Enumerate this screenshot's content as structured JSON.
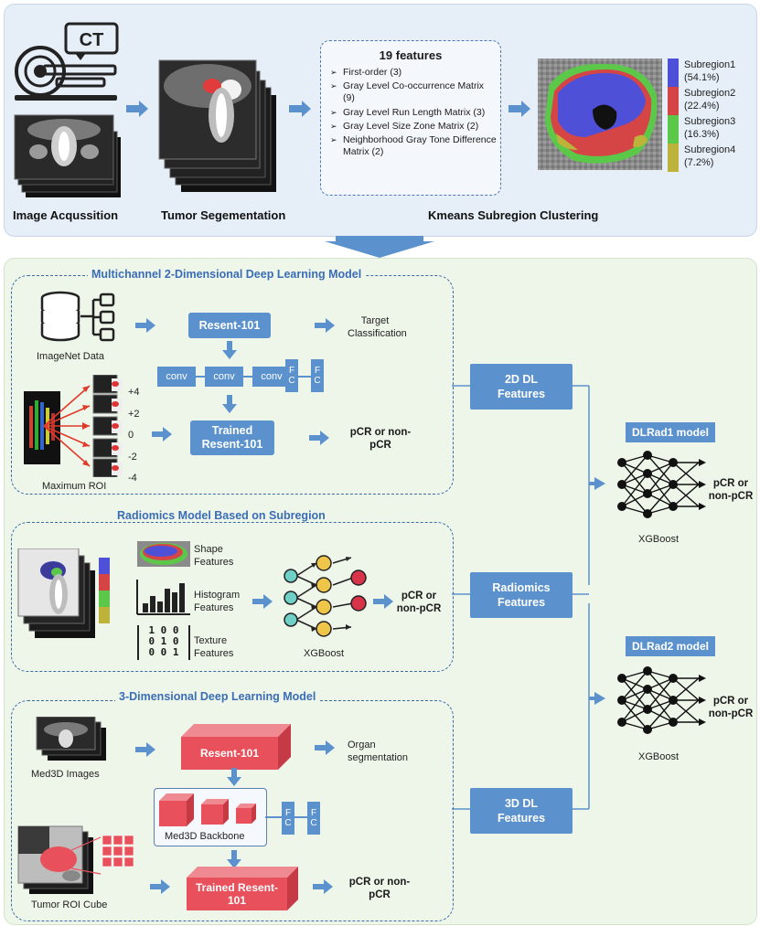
{
  "top": {
    "captions": {
      "image_acq": "Image Acqussition",
      "tumor_seg": "Tumor Segementation",
      "kmeans": "Kmeans Subregion Clustering"
    },
    "ct_label": "CT",
    "features_title": "19 features",
    "features": [
      "First-order (3)",
      "Gray Level Co-occurrence Matrix (9)",
      "Gray Level Run Length Matrix (3)",
      "Gray Level Size Zone Matrix (2)",
      "Neighborhood Gray Tone Difference Matrix (2)"
    ],
    "subregions": [
      {
        "name": "Subregion1",
        "pct": "(54.1%)",
        "color": "#4f50d8"
      },
      {
        "name": "Subregion2",
        "pct": "(22.4%)",
        "color": "#d64545"
      },
      {
        "name": "Subregion3",
        "pct": "(16.3%)",
        "color": "#5cc84a"
      },
      {
        "name": "Subregion4",
        "pct": "(7.2%)",
        "color": "#bdb33a"
      }
    ]
  },
  "sec2d": {
    "title": "Multichannel 2-Dimensional Deep Learning Model",
    "imagenet_label": "ImageNet Data",
    "resnet": "Resent-101",
    "target": "Target Classification",
    "conv": [
      "conv",
      "conv",
      "conv"
    ],
    "fc": [
      "F C",
      "F C"
    ],
    "trained": "Trained Resent-101",
    "pcr": "pCR or non-pCR",
    "offsets": [
      "+4",
      "+2",
      "0",
      "-2",
      "-4"
    ],
    "max_roi": "Maximum ROI"
  },
  "secrad": {
    "title": "Radiomics Model Based on Subregion",
    "shape": "Shape Features",
    "histogram": "Histogram Features",
    "texture": "Texture Features",
    "matrix": [
      "1 0 0",
      "0 1 0",
      "0 0 1"
    ],
    "xgboost": "XGBoost",
    "pcr": "pCR or non-pCR"
  },
  "sec3d": {
    "title": "3-Dimensional Deep Learning Model",
    "med3d_images": "Med3D Images",
    "resnet": "Resent-101",
    "organ": "Organ segmentation",
    "backbone": "Med3D Backbone",
    "fc": [
      "F C",
      "F C"
    ],
    "trained": "Trained Resent-101",
    "pcr": "pCR or non-pCR",
    "roi_cube": "Tumor ROI Cube"
  },
  "features_col": {
    "dl2d": "2D DL Features",
    "radiomics": "Radiomics Features",
    "dl3d": "3D DL Features"
  },
  "models": {
    "dlrad1": "DLRad1 model",
    "dlrad2": "DLRad2 model",
    "xgboost": "XGBoost",
    "pcr": "pCR or non-pCR"
  },
  "colors": {
    "accent": "#5b92cd",
    "section_title": "#3a6db5",
    "red_box": "#e8505b",
    "teal": "#6fd0c8",
    "yellow": "#f0c64a",
    "crimson": "#d9334a"
  }
}
